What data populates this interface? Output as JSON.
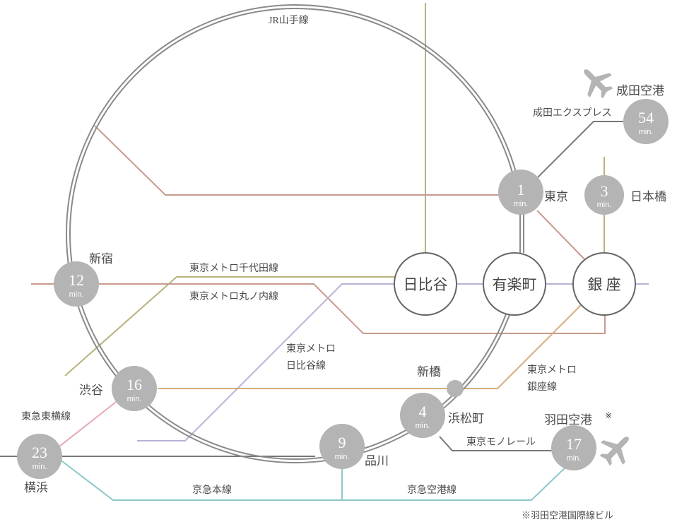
{
  "colors": {
    "yamanote": "#8a8a8a",
    "marunouchi": "#c99a8e",
    "chiyoda": "#b9b27e",
    "hibiya": "#b6b3d6",
    "ginza": "#d4ad78",
    "keikyu": "#8cc8c8",
    "toyoko": "#e6a8b3",
    "gray_line": "#777777",
    "time_circle": "#b4b4b4",
    "core_fill": "#ffffff",
    "core_stroke": "#666666"
  },
  "lines": {
    "yamanote": "JR山手線",
    "chiyoda": "東京メトロ千代田線",
    "marunouchi": "東京メトロ丸ノ内線",
    "hibiya_1": "東京メトロ",
    "hibiya_2": "日比谷線",
    "ginza_1": "東京メトロ",
    "ginza_2": "銀座線",
    "narita_express": "成田エクスプレス",
    "monorail": "東京モノレール",
    "toyoko": "東急東横線",
    "keikyu_main": "京急本線",
    "keikyu_airport": "京急空港線"
  },
  "core_stations": {
    "hibiya": "日比谷",
    "yurakucho": "有楽町",
    "ginza": "銀 座"
  },
  "stations": {
    "tokyo": {
      "name": "東京",
      "time": "1",
      "unit": "min."
    },
    "nihonbashi": {
      "name": "日本橋",
      "time": "3",
      "unit": "min."
    },
    "narita": {
      "name": "成田空港",
      "time": "54",
      "unit": "min."
    },
    "shinjuku": {
      "name": "新宿",
      "time": "12",
      "unit": "min."
    },
    "shibuya": {
      "name": "渋谷",
      "time": "16",
      "unit": "min."
    },
    "yokohama": {
      "name": "横浜",
      "time": "23",
      "unit": "min."
    },
    "shinagawa": {
      "name": "品川",
      "time": "9",
      "unit": "min."
    },
    "hamamatsucho": {
      "name": "浜松町",
      "time": "4",
      "unit": "min."
    },
    "haneda": {
      "name": "羽田空港",
      "mark": "※",
      "time": "17",
      "unit": "min."
    },
    "shinbashi": {
      "name": "新橋"
    }
  },
  "footnote": "※羽田空港国際線ビル",
  "icons": {
    "airplane": "airplane-icon"
  }
}
